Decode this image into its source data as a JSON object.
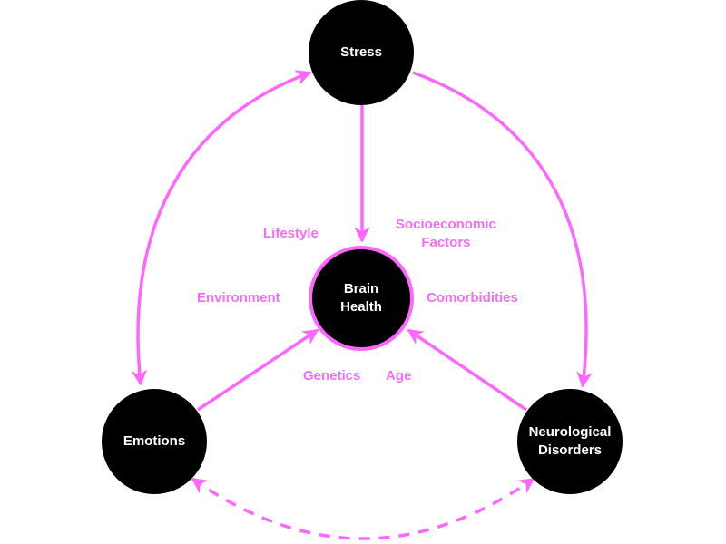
{
  "diagram": {
    "accent_color": "#ff66ff",
    "label_color": "#f36ef3",
    "node_color": "#000000",
    "nodes": {
      "stress": "Stress",
      "brain_health": "Brain\nHealth",
      "emotions": "Emotions",
      "neuro": "Neurological\nDisorders"
    },
    "factors": {
      "lifestyle": "Lifestyle",
      "socioeconomic": "Socioeconomic\nFactors",
      "environment": "Environment",
      "comorbidities": "Comorbidities",
      "genetics": "Genetics",
      "age": "Age"
    },
    "edges": [
      {
        "from": "Stress",
        "to": "Brain Health",
        "style": "solid",
        "direction": "forward"
      },
      {
        "from": "Stress",
        "to": "Emotions",
        "style": "solid",
        "direction": "both"
      },
      {
        "from": "Stress",
        "to": "Neurological Disorders",
        "style": "solid",
        "direction": "forward"
      },
      {
        "from": "Emotions",
        "to": "Brain Health",
        "style": "solid",
        "direction": "forward"
      },
      {
        "from": "Neurological Disorders",
        "to": "Brain Health",
        "style": "solid",
        "direction": "forward"
      },
      {
        "from": "Emotions",
        "to": "Neurological Disorders",
        "style": "dashed",
        "direction": "both"
      }
    ]
  }
}
